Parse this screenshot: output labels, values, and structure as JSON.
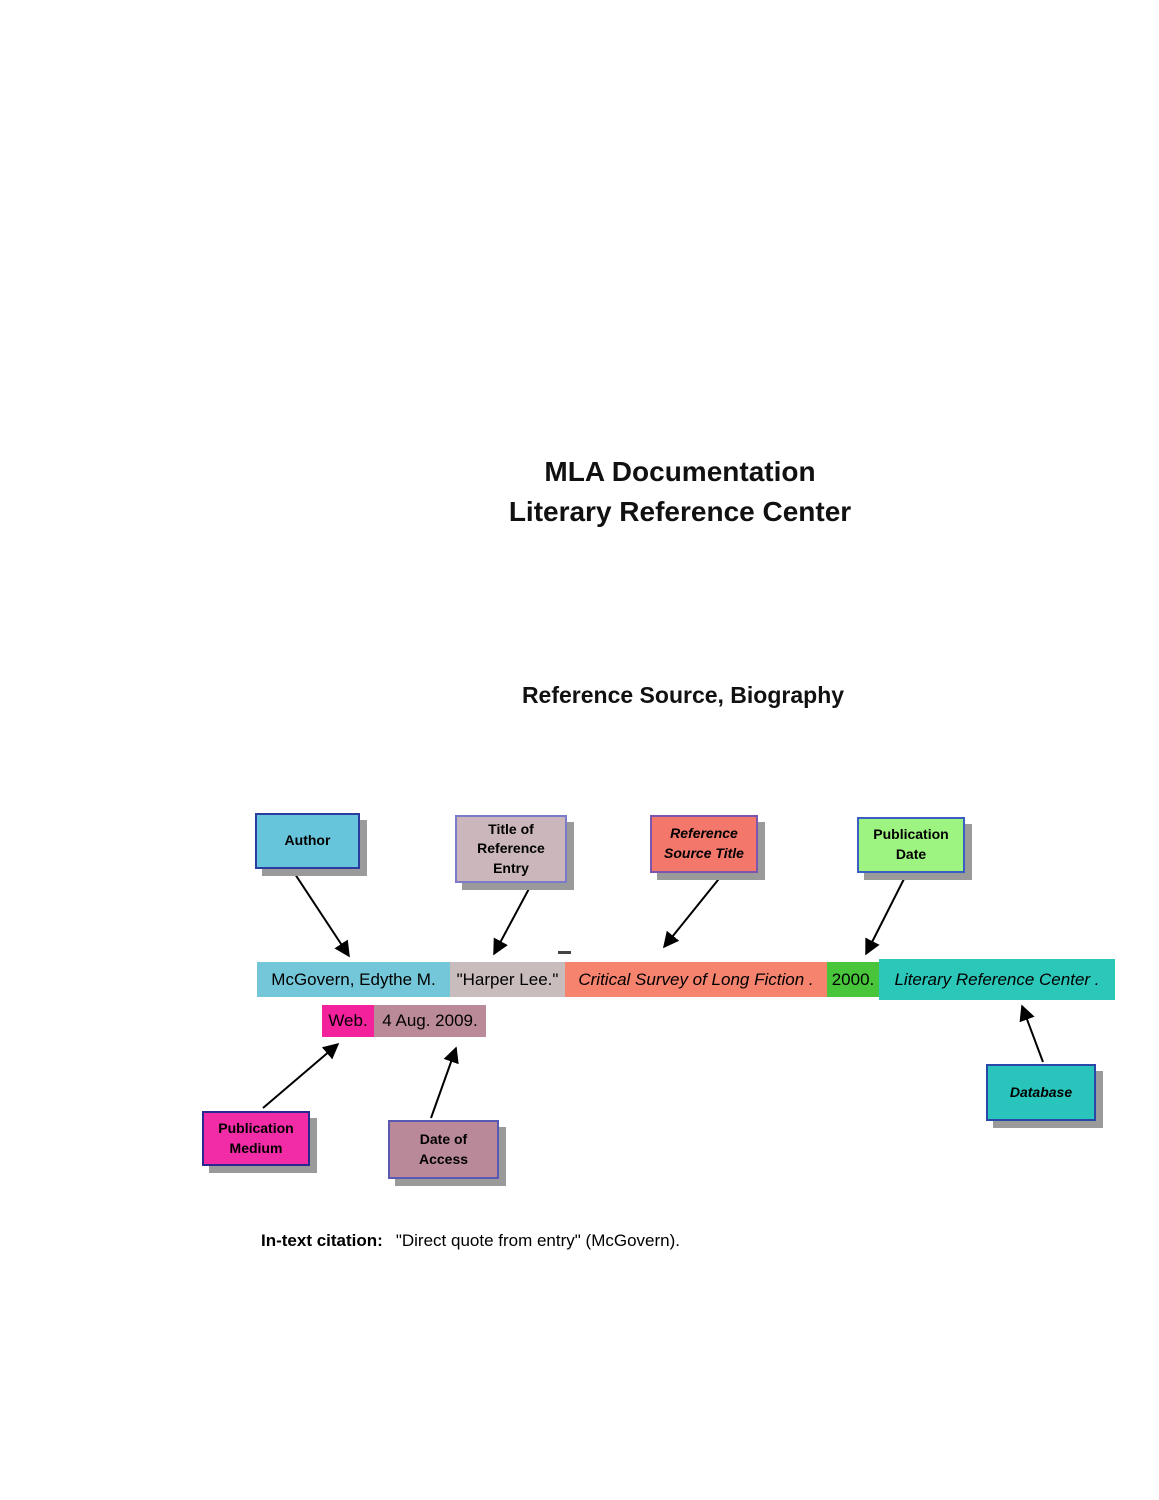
{
  "title": {
    "line1": "MLA Documentation",
    "line2": "Literary Reference Center"
  },
  "subtitle": "Reference Source, Biography",
  "label_boxes": {
    "author": {
      "label": "Author",
      "fill": "#66C5DB",
      "border": "#2A3D9E"
    },
    "title_of_reference_entry": {
      "label": "Title of\nReference\nEntry",
      "fill": "#CBB7BB",
      "border": "#7B7BC9"
    },
    "reference_source_title": {
      "label": "Reference\nSource Title",
      "fill": "#F4776C",
      "border": "#7D55AE"
    },
    "publication_date": {
      "label": "Publication\nDate",
      "fill": "#9DF480",
      "border": "#3A5FC4"
    },
    "publication_medium": {
      "label": "Publication\nMedium",
      "fill": "#F22BA6",
      "border": "#28288E"
    },
    "date_of_access": {
      "label": "Date of\nAccess",
      "fill": "#B9899A",
      "border": "#5959B2"
    },
    "database": {
      "label": "Database",
      "fill": "#29C4BB",
      "border": "#2847A8"
    }
  },
  "citation": {
    "line1": [
      {
        "part": "author",
        "text": "McGovern, Edythe M.",
        "fill": "#74C7D8"
      },
      {
        "part": "title-of-reference-entry",
        "text": "\"Harper Lee.\"",
        "fill": "#C9BCBD"
      },
      {
        "part": "reference-source-title",
        "text": "Critical Survey of Long Fiction .",
        "fill": "#F5836E"
      },
      {
        "part": "publication-date",
        "text": "2000.",
        "fill": "#49C53C"
      },
      {
        "part": "database",
        "text": "Literary Reference Center .",
        "fill": "#2BC7B8"
      }
    ],
    "line2": [
      {
        "part": "publication-medium",
        "text": "Web.",
        "fill": "#F3219B"
      },
      {
        "part": "date-of-access",
        "text": "4 Aug. 2009.",
        "fill": "#BA8A98"
      }
    ]
  },
  "in_text_citation": {
    "label": "In-text citation:",
    "text": "\"Direct quote from entry\" (McGovern)."
  },
  "colors": {
    "page_background": "#FFFFFF",
    "text": "#000000",
    "box_shadow": "#9A9A9A",
    "arrow": "#000000"
  }
}
